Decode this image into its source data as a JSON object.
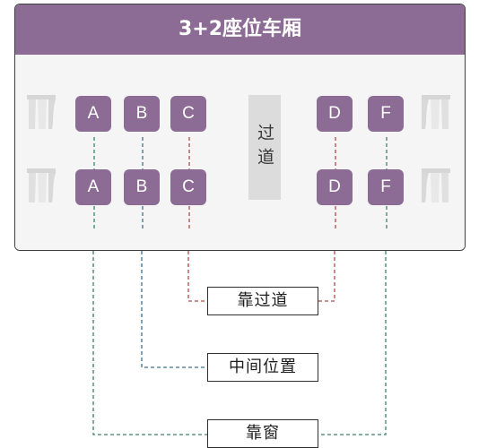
{
  "header": {
    "title": "3+2座位车厢"
  },
  "aisle": {
    "label": "过道"
  },
  "rows": [
    {
      "seats": [
        "A",
        "B",
        "C",
        "D",
        "F"
      ]
    },
    {
      "seats": [
        "A",
        "B",
        "C",
        "D",
        "F"
      ]
    }
  ],
  "legend": {
    "aisle_label": "靠过道",
    "middle_label": "中间位置",
    "window_label": "靠窗"
  },
  "colors": {
    "seat": "#8c6c94",
    "aisle_line": "#b04a4a",
    "middle_line": "#3f6f8f",
    "window_line": "#3f7f6a"
  },
  "icons": [
    "window-curtain-icon"
  ]
}
